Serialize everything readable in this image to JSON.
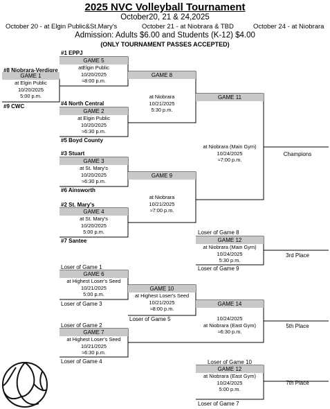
{
  "header": {
    "title": "2025 NVC Volleyball Tournament",
    "dates": "October20, 21 & 24,2025",
    "loc1": "October 20 - at Elgin Public&St.Mary's",
    "loc2": "October 21 - at Niobrara & TBD",
    "loc3": "October 24 - at Niobrara",
    "admission": "Admission: Adults $6.00 and Students (K-12) $4.00",
    "passes": "(ONLY TOURNAMENT PASSES ACCEPTED)"
  },
  "teams": {
    "t1": "#1 EPPJ",
    "t8": "#8 Niobrara-Verdigre",
    "t9": "#9 CWC",
    "t4": "#4 North Central",
    "t5": "#5 Boyd County",
    "t3": "#3 Stuart",
    "t6": "#6 Ainsworth",
    "t2": "#2 St. Mary's",
    "t7": "#7 Santee"
  },
  "games": {
    "g1": {
      "label": "GAME 1",
      "l1": "at Elgin Public",
      "l2": "10/20/2025",
      "l3": "5:00 p.m."
    },
    "g5": {
      "label": "GAME 5",
      "l1": "atElgin Public",
      "l2": "10/20/2025",
      "l3": "≈8:00 p.m."
    },
    "g2": {
      "label": "GAME 2",
      "l1": "at Elgin Public",
      "l2": "10/20/2025",
      "l3": "≈6:30 p.m."
    },
    "g8": {
      "label": "GAME 8",
      "l1": "at Niobrara",
      "l2": "10/21/2025",
      "l3": "5:30 p.m."
    },
    "g3": {
      "label": "GAME 3",
      "l1": "at St. Mary's",
      "l2": "10/20/2025",
      "l3": "≈6:30 p.m."
    },
    "g4": {
      "label": "GAME 4",
      "l1": "at St. Mary's",
      "l2": "10/20/2025",
      "l3": "5:00 p.m."
    },
    "g9": {
      "label": "GAME 9",
      "l1": "at Niobrara",
      "l2": "10/21/2025",
      "l3": "≈7:00 p.m."
    },
    "g11": {
      "label": "GAME 11",
      "l1": "at Niobrara (Main Gym)",
      "l2": "10/24/2025",
      "l3": "≈7:00 p.m."
    },
    "g12a": {
      "label": "GAME 12",
      "l1": "at Niobrara (Main Gym)",
      "l2": "10/24/2025",
      "l3": "5:30 p.m."
    },
    "g6": {
      "label": "GAME 6",
      "l1": "at Highest Loser's Seed",
      "l2": "10/21/2025",
      "l3": "5:00 p.m."
    },
    "g10": {
      "label": "GAME 10",
      "l1": "at Highest Loser's Seed",
      "l2": "10/21/2025",
      "l3": "≈8:00 p.m."
    },
    "g7": {
      "label": "GAME 7",
      "l1": "at Highest Loser's Seed",
      "l2": "10/21/2025",
      "l3": "≈6:30 p.m."
    },
    "g14": {
      "label": "GAME 14",
      "l1": "10/24/2025",
      "l2": "at Niobrara (East Gym)",
      "l3": "≈6:30 p.m."
    },
    "g12b": {
      "label": "GAME 12",
      "l1": "at Niobrara (East Gym)",
      "l2": "10/24/2025",
      "l3": "5:00 p.m."
    }
  },
  "losers": {
    "lg8": "Loser of Game 8",
    "lg9": "Loser of Game 9",
    "lg1": "Loser of Game 1",
    "lg3": "Loser of Game 3",
    "lg5": "Loser of Game 5",
    "lg2": "Loser of Game 2",
    "lg4": "Loser of Game 4",
    "lg10": "Loser of Game 10",
    "lg7": "Loser of Game 7"
  },
  "places": {
    "champ": "Champions",
    "third": "3rd Place",
    "fifth": "5th Place",
    "seventh": "7th Place"
  },
  "icons": {
    "ball": "volleyball-icon"
  }
}
